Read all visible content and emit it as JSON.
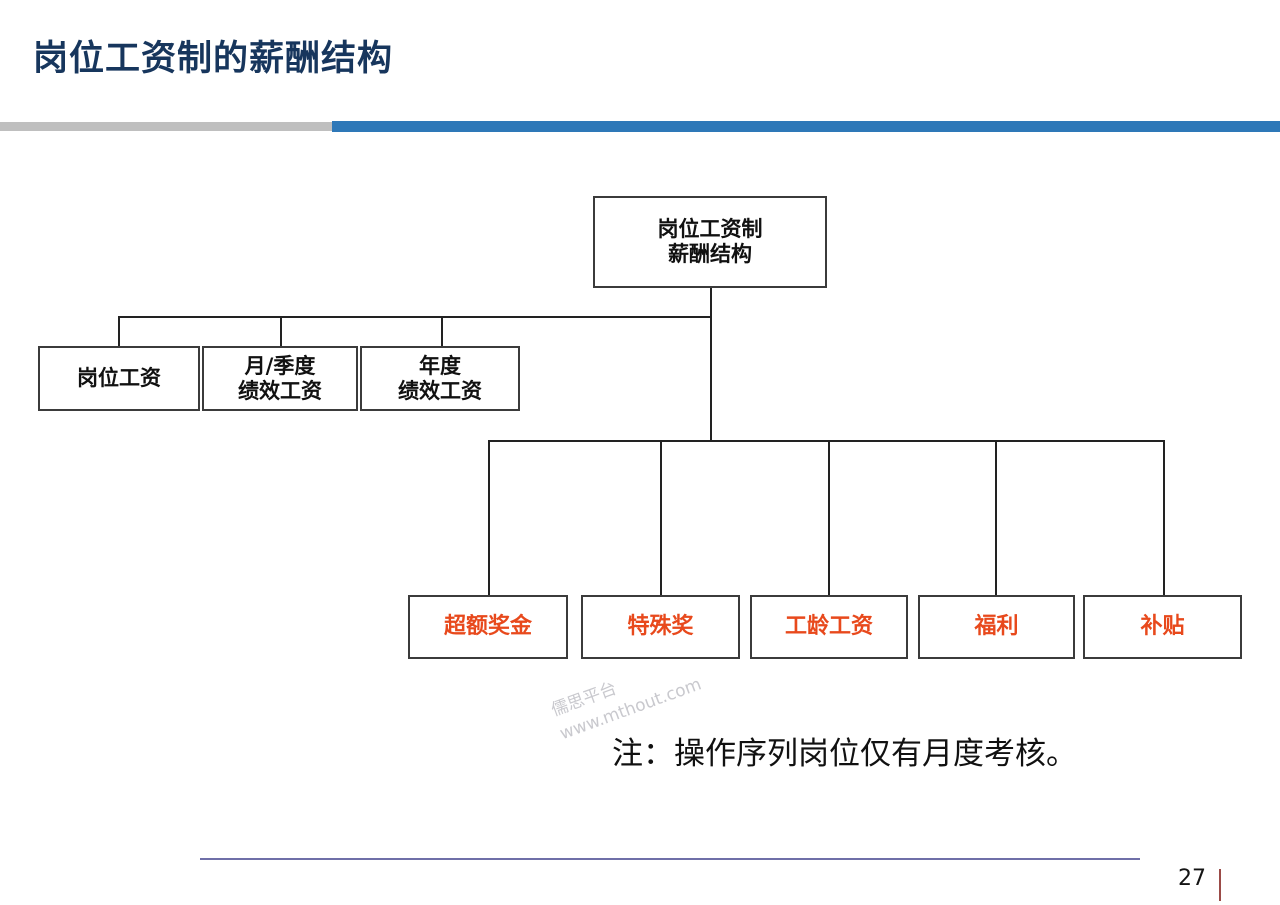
{
  "slide": {
    "title": "岗位工资制的薪酬结构",
    "title_color": "#17365D",
    "accent_color": "#E8491C",
    "rule_gray_color": "#BFBFBF",
    "rule_blue_color": "#2E78B8",
    "footer_rule_color": "#6F6FA8",
    "page_number": "27",
    "note": "注：操作序列岗位仅有月度考核。"
  },
  "watermark": {
    "line1": "儒思平台",
    "line2": "www.mthout.com"
  },
  "diagram": {
    "root": {
      "label": "岗位工资制\n薪酬结构"
    },
    "upper_children": [
      {
        "label": "岗位工资"
      },
      {
        "label": "月/季度\n绩效工资"
      },
      {
        "label": "年度\n绩效工资"
      }
    ],
    "lower_children": [
      {
        "label": "超额奖金"
      },
      {
        "label": "特殊奖"
      },
      {
        "label": "工龄工资"
      },
      {
        "label": "福利"
      },
      {
        "label": "补贴"
      }
    ]
  }
}
